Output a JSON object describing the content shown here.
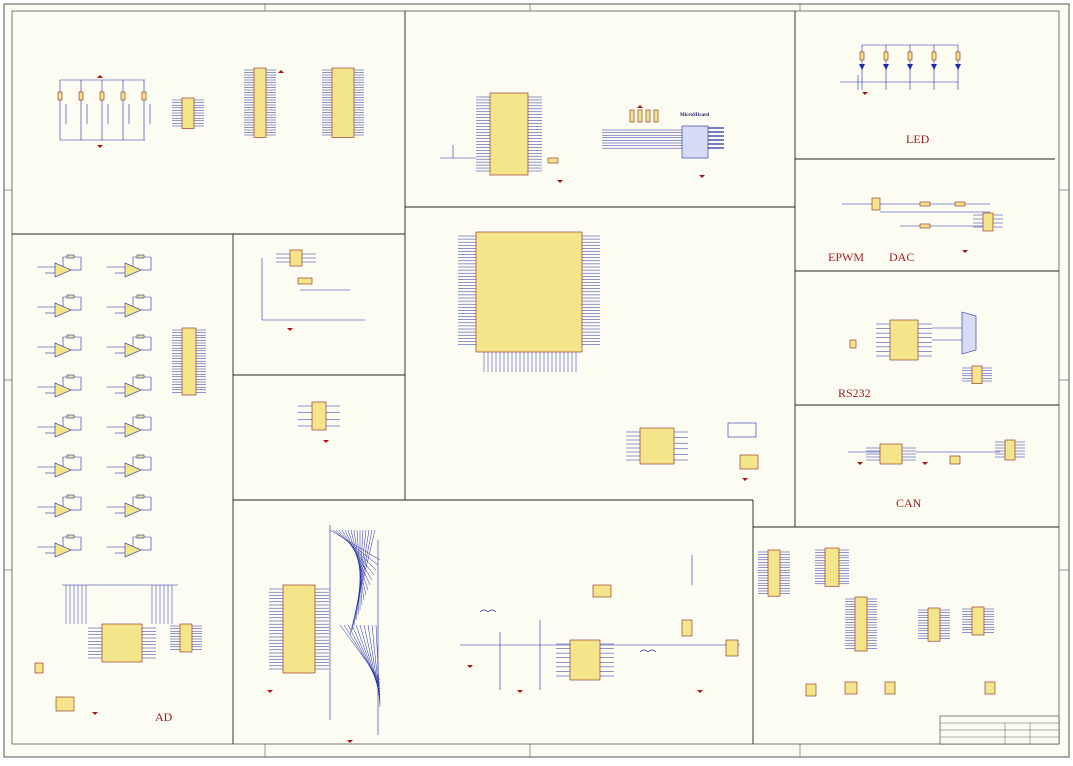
{
  "sheet": {
    "background": "#fdfcf3",
    "frame_color": "#555555",
    "divider_color": "#222222",
    "wire_color": "#1f2aa8",
    "power_color": "#b01010",
    "component_color": "#f4e48a",
    "label_color": "#9b1c1c"
  },
  "section_labels": {
    "led": "LED",
    "epwm": "EPWM",
    "dac": "DAC",
    "rs232": "RS232",
    "can": "CAN",
    "ad": "AD",
    "microsd": "MicroSDcard"
  }
}
